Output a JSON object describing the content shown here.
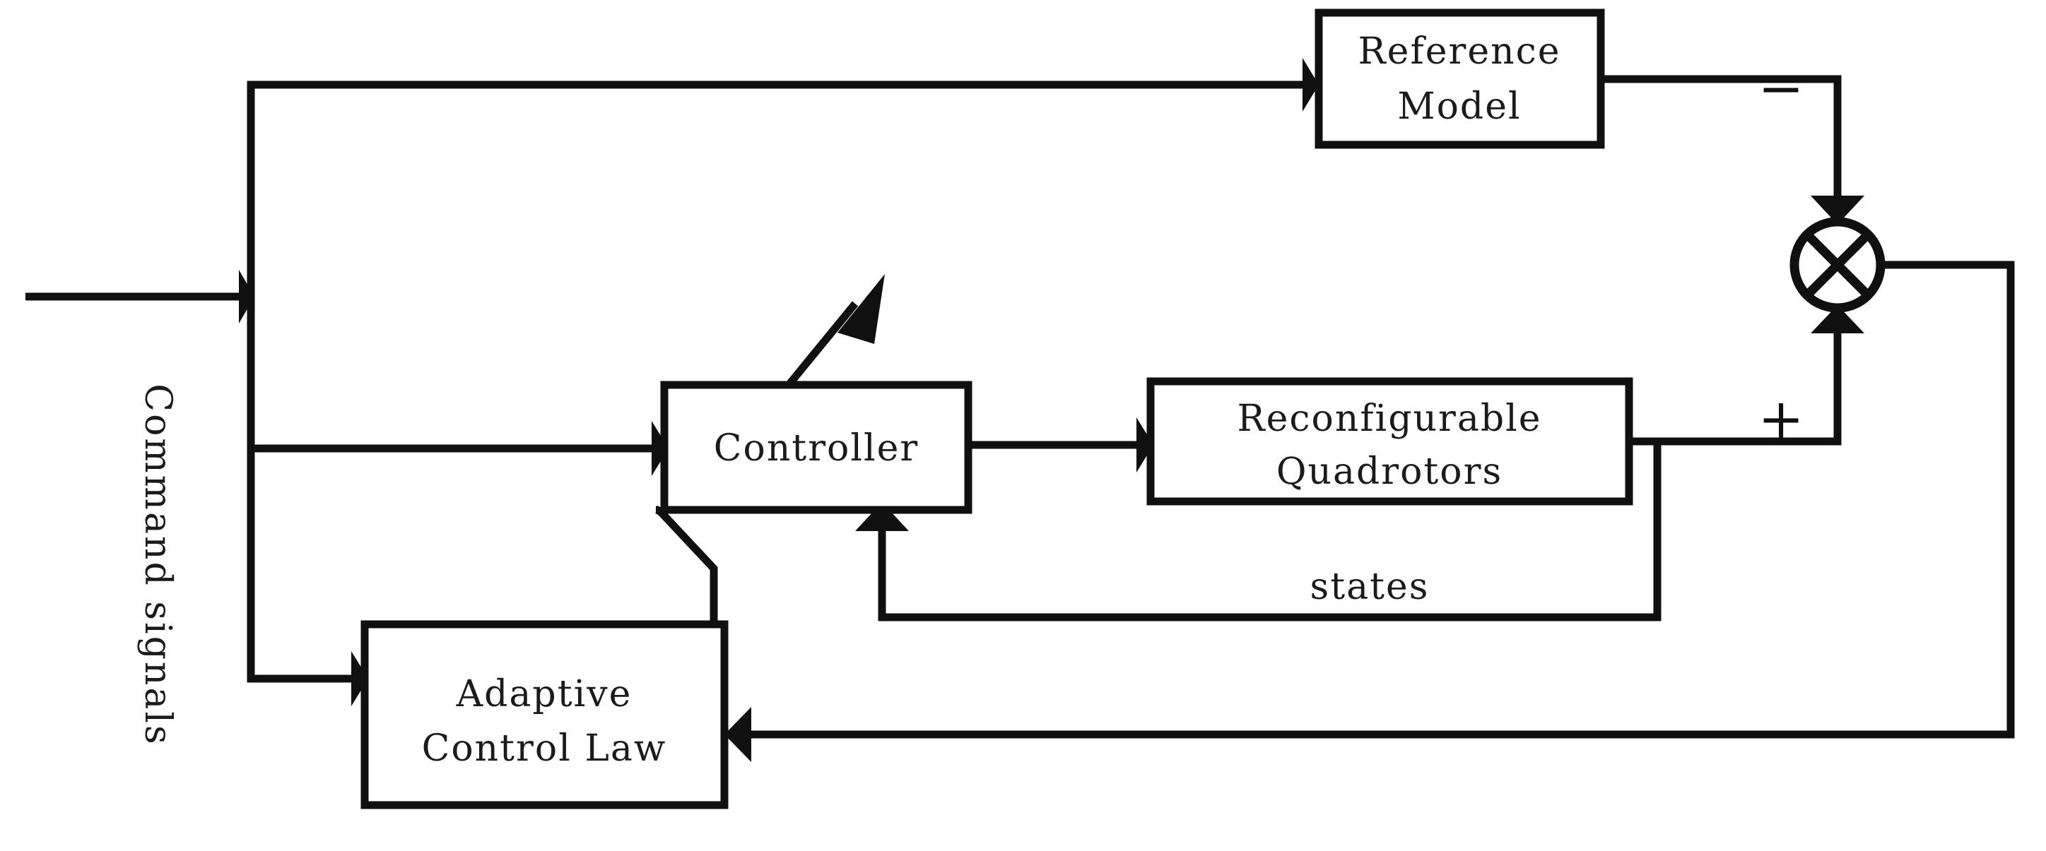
{
  "diagram": {
    "title": "Model reference adaptive control block diagram",
    "background_color": "#ffffff",
    "line_color": "#101010",
    "text_color": "#1b1b1b",
    "blocks": {
      "reference_model": {
        "line1": "Reference",
        "line2": "Model"
      },
      "controller": {
        "line1": "Controller"
      },
      "plant": {
        "line1": "Reconfigurable",
        "line2": "Quadrotors"
      },
      "adaptive_law": {
        "line1": "Adaptive",
        "line2": "Control Law"
      }
    },
    "labels": {
      "command_signals": "Command signals",
      "states": "states",
      "minus_sign": "−",
      "plus_sign": "+"
    },
    "summing_junction": {
      "symbol": "cross-in-circle",
      "negative_input": "top",
      "positive_input": "bottom"
    }
  }
}
